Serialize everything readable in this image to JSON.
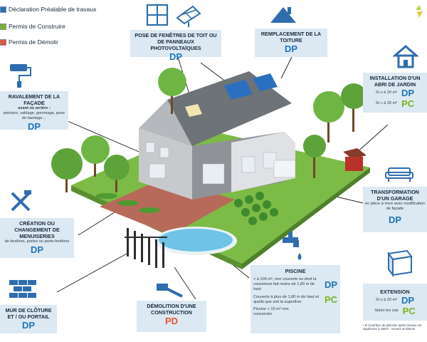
{
  "legend": [
    {
      "label": "Déclaration Préalable de travaux"
    },
    {
      "label": "Permis de Construire"
    },
    {
      "label": "Permis de Démolir"
    }
  ],
  "cards": {
    "fenetres_toit": {
      "title": "POSE DE FENÊTRES DE TOIT OU DE PANNEAUX PHOTOVOLTAÏQUES",
      "code": "DP"
    },
    "toiture": {
      "title": "REMPLACEMENT DE LA TOITURE",
      "code": "DP"
    },
    "facade": {
      "title": "RAVALEMENT DE LA FAÇADE",
      "subtitle": "avant ou arrière :",
      "detail": "peinture, sablage, gommage, pose de bardage…",
      "code": "DP"
    },
    "abri": {
      "title": "INSTALLATION D'UN ABRI DE JARDIN",
      "line1": "Si ≤ à 20 m²",
      "code1": "DP",
      "line2": "Si > à 20 m²",
      "code2": "PC"
    },
    "garage": {
      "title": "TRANSFORMATION D'UN GARAGE",
      "detail": "en pièce à vivre avec modification de façade",
      "code": "DP"
    },
    "menuiseries": {
      "title": "CRÉATION OU CHANGEMENT DE MENUISERIES",
      "detail": "de fenêtres, portes ou porte-fenêtres",
      "code": "DP"
    },
    "cloture": {
      "title": "MUR DE CLÔTURE ET / OU PORTAIL",
      "code": "DP"
    },
    "demolition": {
      "title": "DÉMOLITION D'UNE CONSTRUCTION",
      "code": "PD"
    },
    "piscine": {
      "title": "PISCINE",
      "line1": "< à 100 m², non couverte ou dont la couverture fait moins de 1,80 m de haut",
      "code1": "DP",
      "line2": "Couverte à plus de 1,80 m de haut et quelle que soit la superficie",
      "code2": "PC",
      "line3": "Piscine < 10 m² non concernée"
    },
    "extension": {
      "title": "EXTENSION",
      "line1": "Si ≤ à 20 m²",
      "code1": "DP",
      "line2": "Selon les cas",
      "code2": "PC",
      "note": "• Si la surface de plancher après travaux est supérieure à 150m² : recours architecte"
    }
  },
  "colors": {
    "dp": "#1f74b8",
    "pc": "#7ab41e",
    "pd": "#e4542f",
    "card": "#dce9f3",
    "icon": "#2f6db0"
  }
}
